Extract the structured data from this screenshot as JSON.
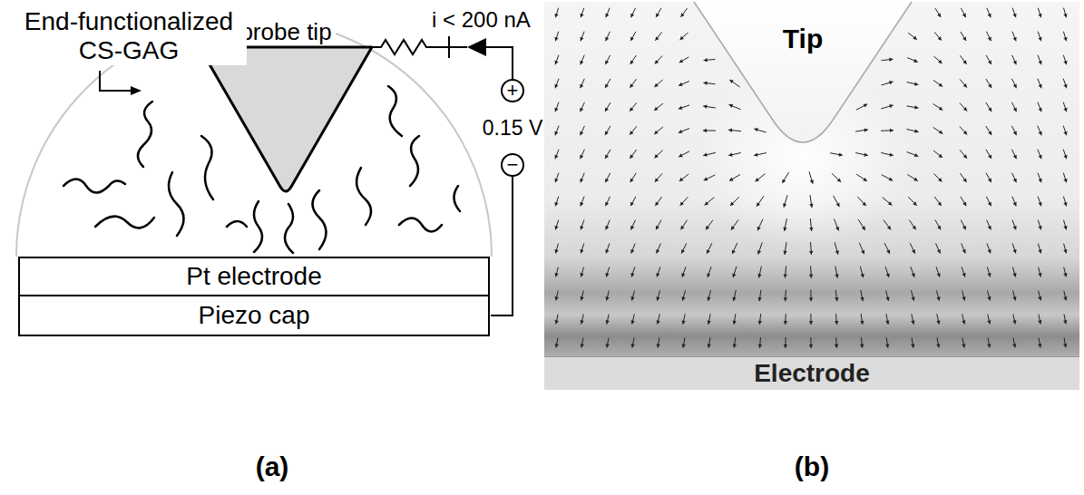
{
  "diagram": {
    "nodes": [
      {
        "text": [
          "probe tip"
        ]
      },
      {
        "text": [
          "Pt electrode"
        ]
      },
      {
        "text": [
          "Piezo cap"
        ]
      },
      {
        "text": [
          "Tip"
        ]
      },
      {
        "text": [
          "Electrode"
        ]
      }
    ],
    "labels": [
      "End-functionalized CS-GAG",
      "i < 200 nA",
      "+",
      "0.15 V",
      "−",
      "(a)",
      "(b)"
    ]
  }
}
